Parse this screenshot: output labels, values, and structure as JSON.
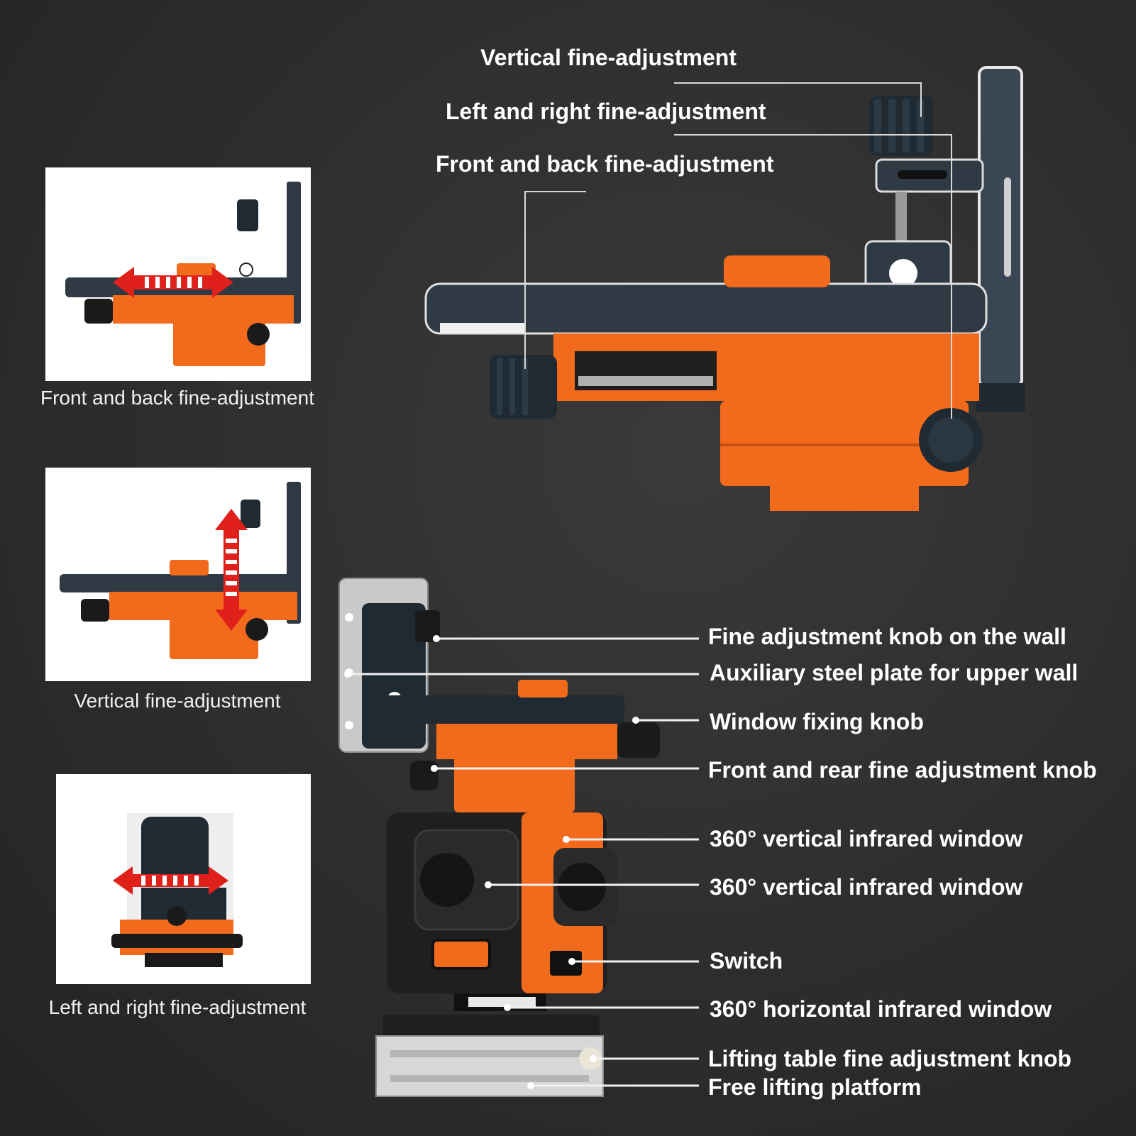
{
  "panels": [
    {
      "caption": "Front and back fine-adjustment"
    },
    {
      "caption": "Vertical fine-adjustment"
    },
    {
      "caption": "Left and right fine-adjustment"
    }
  ],
  "top_callouts": [
    "Vertical fine-adjustment",
    "Left and right fine-adjustment",
    "Front and back fine-adjustment"
  ],
  "right_callouts": [
    "Fine adjustment knob on the wall",
    "Auxiliary steel plate for upper wall",
    "Window fixing knob",
    "Front and rear fine adjustment knob",
    "360° vertical infrared window",
    "360° vertical infrared window",
    "Switch",
    "360° horizontal infrared window",
    "Lifting table fine adjustment knob",
    "Free lifting platform"
  ],
  "colors": {
    "background": "#2d2d2d",
    "accent_orange": "#f26a1b",
    "bracket_dark": "#2f3a45",
    "arrow_red": "#e0201b"
  }
}
